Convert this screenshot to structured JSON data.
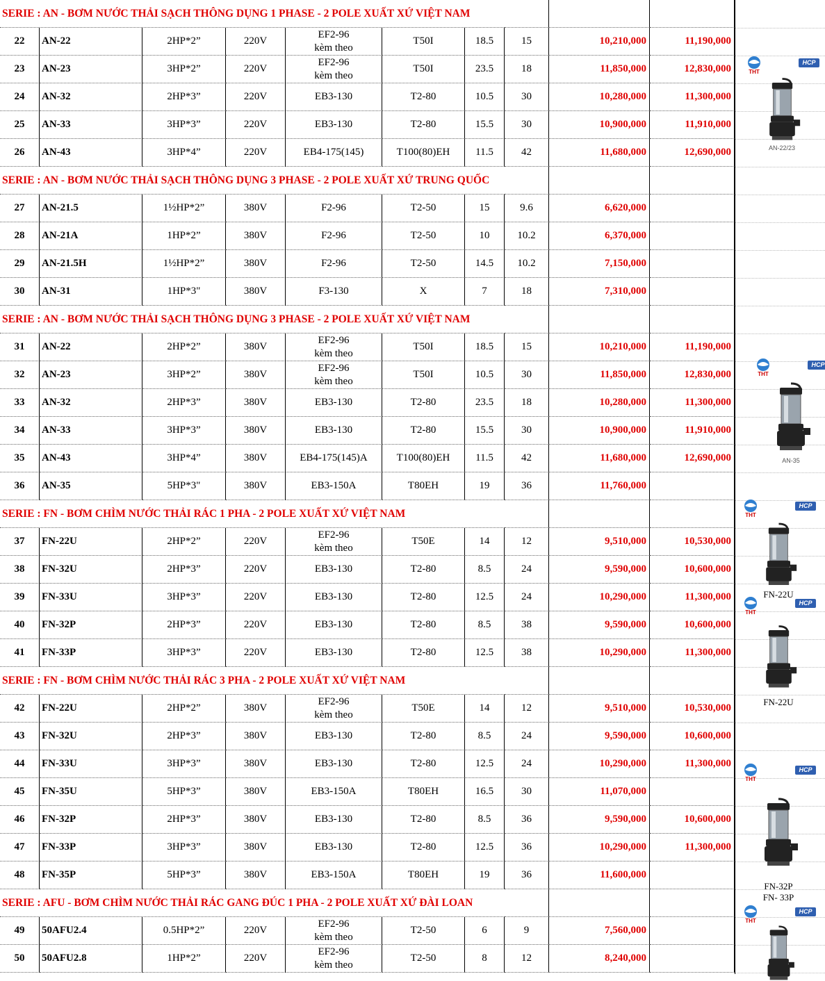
{
  "sections": [
    {
      "title": "SERIE : AN - BƠM NƯỚC THẢI SẠCH THÔNG DỤNG 1 PHASE - 2 POLE  XUẤT XỨ VIỆT NAM",
      "rows": [
        {
          "no": "22",
          "model": "AN-22",
          "power": "2HP*2”",
          "volt": "220V",
          "impeller": [
            "EF2-96",
            "kèm theo"
          ],
          "fitting": "T50I",
          "head": "18.5",
          "flow": "15",
          "price1": "10,210,000",
          "price2": "11,190,000"
        },
        {
          "no": "23",
          "model": "AN-23",
          "power": "3HP*2”",
          "volt": "220V",
          "impeller": [
            "EF2-96",
            "kèm theo"
          ],
          "fitting": "T50I",
          "head": "23.5",
          "flow": "18",
          "price1": "11,850,000",
          "price2": "12,830,000"
        },
        {
          "no": "24",
          "model": "AN-32",
          "power": "2HP*3”",
          "volt": "220V",
          "impeller": [
            "EB3-130"
          ],
          "fitting": "T2-80",
          "head": "10.5",
          "flow": "30",
          "price1": "10,280,000",
          "price2": "11,300,000"
        },
        {
          "no": "25",
          "model": "AN-33",
          "power": "3HP*3”",
          "volt": "220V",
          "impeller": [
            "EB3-130"
          ],
          "fitting": "T2-80",
          "head": "15.5",
          "flow": "30",
          "price1": "10,900,000",
          "price2": "11,910,000"
        },
        {
          "no": "26",
          "model": "AN-43",
          "power": "3HP*4”",
          "volt": "220V",
          "impeller": [
            "EB4-175(145)"
          ],
          "fitting": "T100(80)EH",
          "head": "11.5",
          "flow": "42",
          "price1": "11,680,000",
          "price2": "12,690,000"
        }
      ]
    },
    {
      "title": "SERIE : AN - BƠM NƯỚC THẢI SẠCH THÔNG DỤNG 3 PHASE - 2 POLE  XUẤT XỨ TRUNG QUỐC",
      "rows": [
        {
          "no": "27",
          "model": "AN-21.5",
          "power": "1½HP*2”",
          "volt": "380V",
          "impeller": [
            "F2-96"
          ],
          "fitting": "T2-50",
          "head": "15",
          "flow": "9.6",
          "price1": "6,620,000",
          "price2": ""
        },
        {
          "no": "28",
          "model": "AN-21A",
          "power": "1HP*2”",
          "volt": "380V",
          "impeller": [
            "F2-96"
          ],
          "fitting": "T2-50",
          "head": "10",
          "flow": "10.2",
          "price1": "6,370,000",
          "price2": ""
        },
        {
          "no": "29",
          "model": "AN-21.5H",
          "power": "1½HP*2”",
          "volt": "380V",
          "impeller": [
            "F2-96"
          ],
          "fitting": "T2-50",
          "head": "14.5",
          "flow": "10.2",
          "price1": "7,150,000",
          "price2": ""
        },
        {
          "no": "30",
          "model": "AN-31",
          "power": "1HP*3\"",
          "volt": "380V",
          "impeller": [
            "F3-130"
          ],
          "fitting": "X",
          "head": "7",
          "flow": "18",
          "price1": "7,310,000",
          "price2": ""
        }
      ]
    },
    {
      "title": "SERIE : AN - BƠM NƯỚC THẢI SẠCH THÔNG DỤNG 3 PHASE - 2 POLE  XUẤT XỨ VIỆT NAM",
      "rows": [
        {
          "no": "31",
          "model": "AN-22",
          "power": "2HP*2”",
          "volt": "380V",
          "impeller": [
            "EF2-96",
            "kèm theo"
          ],
          "fitting": "T50I",
          "head": "18.5",
          "flow": "15",
          "price1": "10,210,000",
          "price2": "11,190,000"
        },
        {
          "no": "32",
          "model": "AN-23",
          "power": "3HP*2”",
          "volt": "380V",
          "impeller": [
            "EF2-96",
            "kèm theo"
          ],
          "fitting": "T50I",
          "head": "10.5",
          "flow": "30",
          "price1": "11,850,000",
          "price2": "12,830,000"
        },
        {
          "no": "33",
          "model": "AN-32",
          "power": "2HP*3”",
          "volt": "380V",
          "impeller": [
            "EB3-130"
          ],
          "fitting": "T2-80",
          "head": "23.5",
          "flow": "18",
          "price1": "10,280,000",
          "price2": "11,300,000"
        },
        {
          "no": "34",
          "model": "AN-33",
          "power": "3HP*3”",
          "volt": "380V",
          "impeller": [
            "EB3-130"
          ],
          "fitting": "T2-80",
          "head": "15.5",
          "flow": "30",
          "price1": "10,900,000",
          "price2": "11,910,000"
        },
        {
          "no": "35",
          "model": "AN-43",
          "power": "3HP*4”",
          "volt": "380V",
          "impeller": [
            "EB4-175(145)A"
          ],
          "fitting": "T100(80)EH",
          "head": "11.5",
          "flow": "42",
          "price1": "11,680,000",
          "price2": "12,690,000"
        },
        {
          "no": "36",
          "model": "AN-35",
          "power": "5HP*3\"",
          "volt": "380V",
          "impeller": [
            "EB3-150A"
          ],
          "fitting": "T80EH",
          "head": "19",
          "flow": "36",
          "price1": "11,760,000",
          "price2": ""
        }
      ]
    },
    {
      "title": "SERIE : FN - BƠM CHÌM NƯỚC THẢI RÁC 1 PHA - 2 POLE  XUẤT XỨ VIỆT NAM",
      "rows": [
        {
          "no": "37",
          "model": "FN-22U",
          "power": "2HP*2”",
          "volt": "220V",
          "impeller": [
            "EF2-96",
            "kèm theo"
          ],
          "fitting": "T50E",
          "head": "14",
          "flow": "12",
          "price1": "9,510,000",
          "price2": "10,530,000"
        },
        {
          "no": "38",
          "model": "FN-32U",
          "power": "2HP*3”",
          "volt": "220V",
          "impeller": [
            "EB3-130"
          ],
          "fitting": "T2-80",
          "head": "8.5",
          "flow": "24",
          "price1": "9,590,000",
          "price2": "10,600,000"
        },
        {
          "no": "39",
          "model": "FN-33U",
          "power": "3HP*3”",
          "volt": "220V",
          "impeller": [
            "EB3-130"
          ],
          "fitting": "T2-80",
          "head": "12.5",
          "flow": "24",
          "price1": "10,290,000",
          "price2": "11,300,000"
        },
        {
          "no": "40",
          "model": "FN-32P",
          "power": "2HP*3”",
          "volt": "220V",
          "impeller": [
            "EB3-130"
          ],
          "fitting": "T2-80",
          "head": "8.5",
          "flow": "38",
          "price1": "9,590,000",
          "price2": "10,600,000"
        },
        {
          "no": "41",
          "model": "FN-33P",
          "power": "3HP*3”",
          "volt": "220V",
          "impeller": [
            "EB3-130"
          ],
          "fitting": "T2-80",
          "head": "12.5",
          "flow": "38",
          "price1": "10,290,000",
          "price2": "11,300,000"
        }
      ]
    },
    {
      "title": "SERIE : FN - BƠM CHÌM NƯỚC THẢI RÁC 3 PHA - 2 POLE  XUẤT XỨ VIỆT NAM",
      "rows": [
        {
          "no": "42",
          "model": "FN-22U",
          "power": "2HP*2”",
          "volt": "380V",
          "impeller": [
            "EF2-96",
            "kèm theo"
          ],
          "fitting": "T50E",
          "head": "14",
          "flow": "12",
          "price1": "9,510,000",
          "price2": "10,530,000"
        },
        {
          "no": "43",
          "model": "FN-32U",
          "power": "2HP*3”",
          "volt": "380V",
          "impeller": [
            "EB3-130"
          ],
          "fitting": "T2-80",
          "head": "8.5",
          "flow": "24",
          "price1": "9,590,000",
          "price2": "10,600,000"
        },
        {
          "no": "44",
          "model": "FN-33U",
          "power": "3HP*3”",
          "volt": "380V",
          "impeller": [
            "EB3-130"
          ],
          "fitting": "T2-80",
          "head": "12.5",
          "flow": "24",
          "price1": "10,290,000",
          "price2": "11,300,000"
        },
        {
          "no": "45",
          "model": "FN-35U",
          "power": "5HP*3”",
          "volt": "380V",
          "impeller": [
            "EB3-150A"
          ],
          "fitting": "T80EH",
          "head": "16.5",
          "flow": "30",
          "price1": "11,070,000",
          "price2": ""
        },
        {
          "no": "46",
          "model": "FN-32P",
          "power": "2HP*3”",
          "volt": "380V",
          "impeller": [
            "EB3-130"
          ],
          "fitting": "T2-80",
          "head": "8.5",
          "flow": "36",
          "price1": "9,590,000",
          "price2": "10,600,000"
        },
        {
          "no": "47",
          "model": "FN-33P",
          "power": "3HP*3”",
          "volt": "380V",
          "impeller": [
            "EB3-130"
          ],
          "fitting": "T2-80",
          "head": "12.5",
          "flow": "36",
          "price1": "10,290,000",
          "price2": "11,300,000"
        },
        {
          "no": "48",
          "model": "FN-35P",
          "power": "5HP*3”",
          "volt": "380V",
          "impeller": [
            "EB3-150A"
          ],
          "fitting": "T80EH",
          "head": "19",
          "flow": "36",
          "price1": "11,600,000",
          "price2": ""
        }
      ]
    },
    {
      "title": "SERIE : AFU -  BƠM CHÌM NƯỚC THẢI RÁC GANG ĐÚC 1 PHA - 2 POLE XUẤT XỨ ĐÀI LOAN",
      "rows": [
        {
          "no": "49",
          "model": "50AFU2.4",
          "power": "0.5HP*2”",
          "volt": "220V",
          "impeller": [
            "EF2-96",
            "kèm theo"
          ],
          "fitting": "T2-50",
          "head": "6",
          "flow": "9",
          "price1": "7,560,000",
          "price2": ""
        },
        {
          "no": "50",
          "model": "50AFU2.8",
          "power": "1HP*2”",
          "volt": "220V",
          "impeller": [
            "EF2-96",
            "kèm theo"
          ],
          "fitting": "T2-50",
          "head": "8",
          "flow": "12",
          "price1": "8,240,000",
          "price2": ""
        }
      ]
    }
  ],
  "products": [
    {
      "caption": [
        "AN-22/23"
      ],
      "caption_style": "small"
    },
    {
      "caption": [
        "AN-35"
      ],
      "caption_style": "small"
    },
    {
      "caption": [
        "FN-22U"
      ],
      "caption_style": "normal"
    },
    {
      "caption": [
        "FN-22U"
      ],
      "caption_style": "normal"
    },
    {
      "caption": [
        "FN-32P",
        "FN- 33P"
      ],
      "caption_style": "normal"
    },
    {
      "caption": [],
      "caption_style": "normal"
    }
  ],
  "brand": {
    "left": "THT",
    "right": "HCP"
  },
  "colors": {
    "red": "#e00000",
    "pump_steel": "#9aa4ad",
    "pump_dark": "#222222",
    "hcp_blue": "#2f5fb0"
  }
}
